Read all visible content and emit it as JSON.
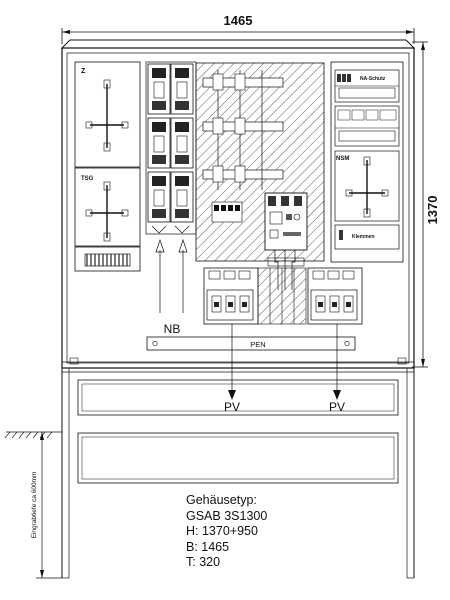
{
  "dimensions": {
    "width_label": "1465",
    "height_label": "1370",
    "depth_label": "Eingrabtiefe ca 600mm"
  },
  "labels": {
    "meter_z": "Z",
    "meter_tsg": "TSG",
    "meter_nsm": "NSM",
    "nb": "NB",
    "pen": "PEN",
    "pv_left": "PV",
    "pv_right": "PV",
    "device_small_1": "NA-Schutz",
    "device_small_2": "Klemmen"
  },
  "spec": {
    "title": "Gehäusetyp:",
    "model": "GSAB 3S1300",
    "height": "H: 1370+950",
    "width": "B: 1465",
    "depth": "T: 320"
  }
}
